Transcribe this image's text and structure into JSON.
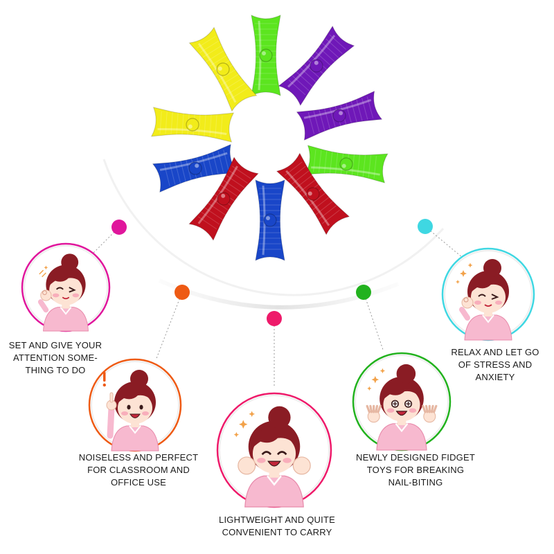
{
  "colors": {
    "yellow": "#f2ec1a",
    "green": "#5ce51f",
    "purple": "#6f18b8",
    "blue": "#1946c8",
    "red": "#c0101e",
    "magenta": "#e0169c",
    "orange": "#ee5a14",
    "pink": "#ee1a6a",
    "emerald": "#22b21e",
    "cyan": "#3fd7e2",
    "hair": "#8a1c24",
    "skin": "#fde3d4",
    "shirt": "#f7b9cf"
  },
  "features": [
    {
      "id": "attention",
      "color": "#e0169c",
      "lines": [
        "SET AND GIVE YOUR",
        "ATTENTION SOME-",
        "THING TO DO"
      ]
    },
    {
      "id": "noiseless",
      "color": "#ee5a14",
      "lines": [
        "NOISELESS AND PERFECT",
        "FOR CLASSROOM AND",
        "OFFICE USE"
      ]
    },
    {
      "id": "lightweight",
      "color": "#ee1a6a",
      "lines": [
        "LIGHTWEIGHT AND QUITE",
        "CONVENIENT TO CARRY"
      ]
    },
    {
      "id": "nail-biting",
      "color": "#22b21e",
      "lines": [
        "NEWLY DESIGNED FIDGET",
        "TOYS FOR BREAKING",
        "NAIL-BITING"
      ]
    },
    {
      "id": "relax",
      "color": "#3fd7e2",
      "lines": [
        "RELAX AND LET GO",
        "OF STRESS AND",
        "ANXIETY"
      ]
    }
  ]
}
